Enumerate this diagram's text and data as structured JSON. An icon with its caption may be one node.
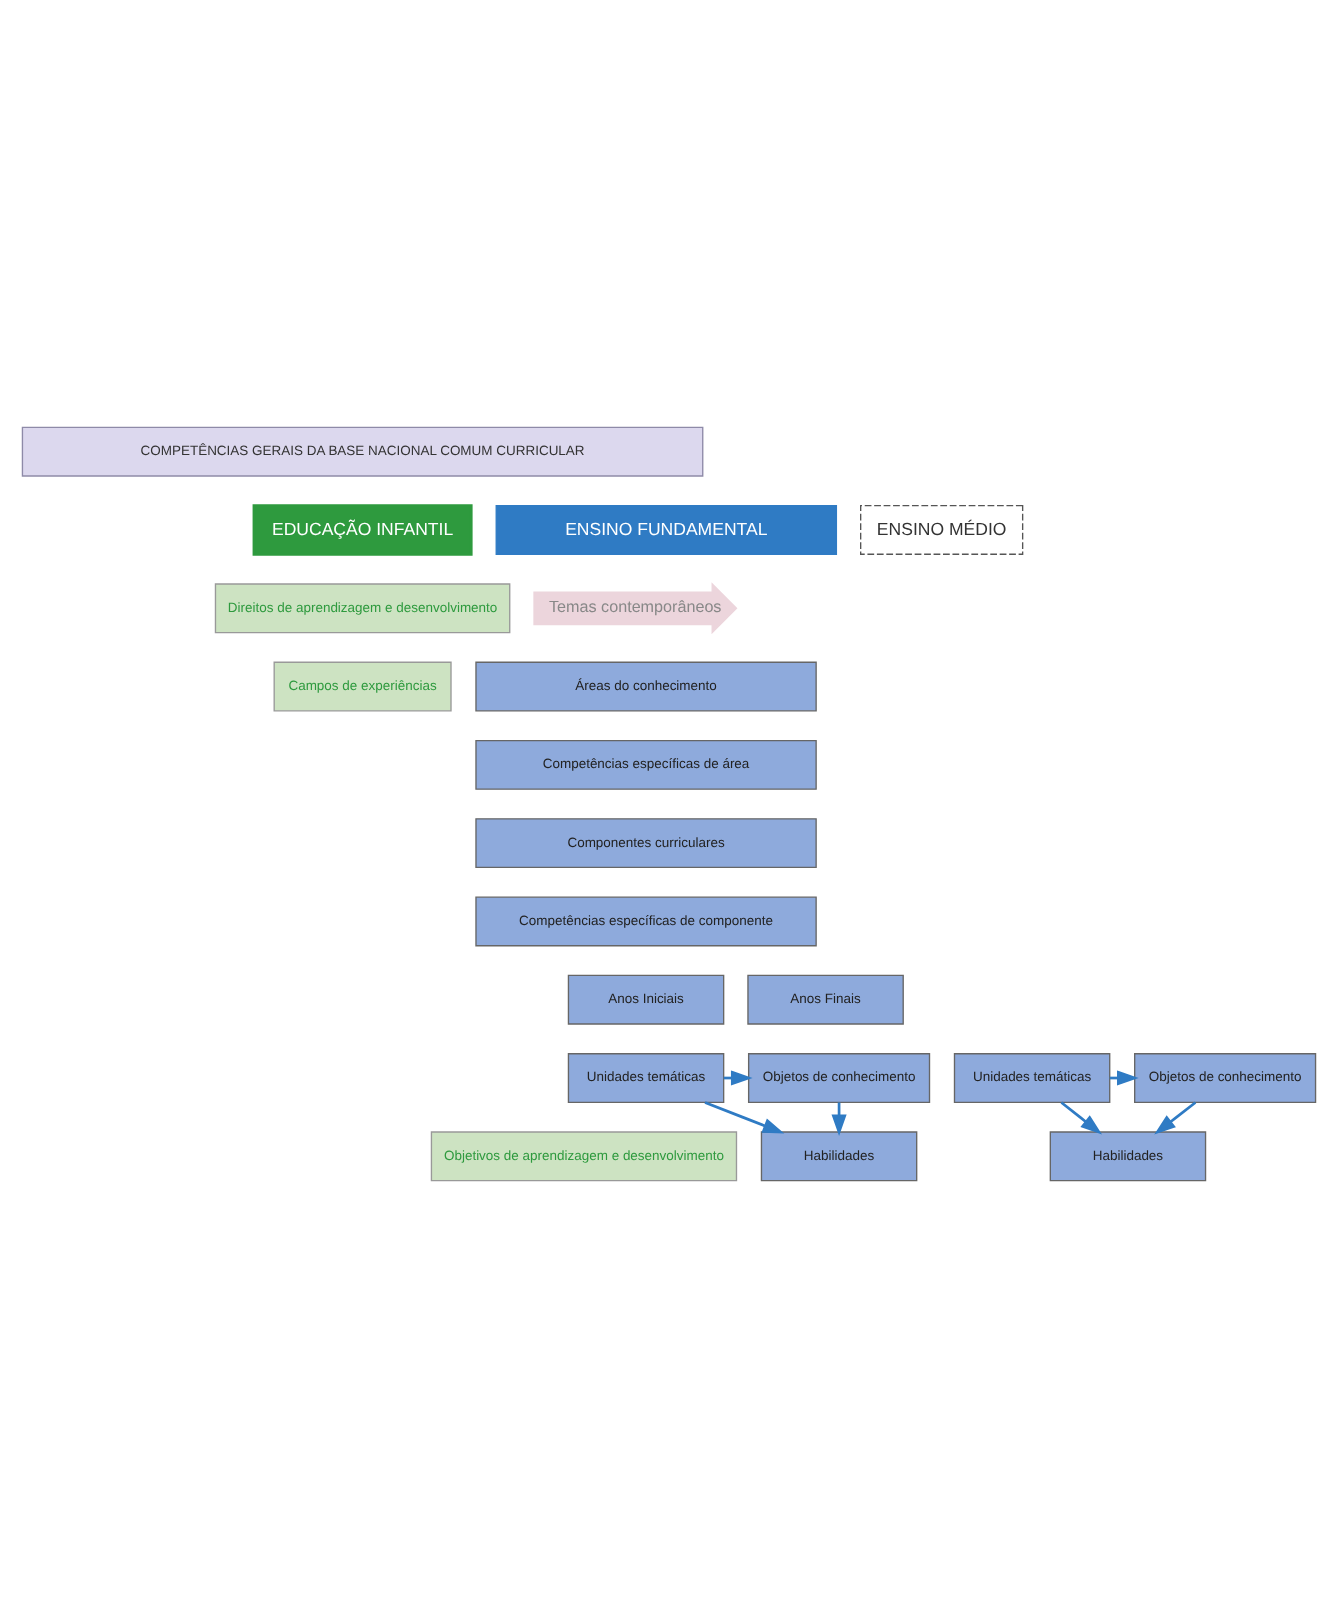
{
  "diagram": {
    "nodes": [
      {
        "text": [
          "COMPETÊNCIAS GERAIS DA BASE NACIONAL COMUM CURRICULAR"
        ]
      },
      {
        "text": [
          "EDUCAÇÃO INFANTIL"
        ]
      },
      {
        "text": [
          "ENSINO FUNDAMENTAL"
        ]
      },
      {
        "text": [
          "ENSINO MÉDIO"
        ]
      },
      {
        "text": [
          "Direitos de aprendizagem e desenvolvimento"
        ]
      },
      {
        "text": [
          "Campos de experiências"
        ]
      },
      {
        "text": [
          "Áreas do conhecimento"
        ]
      },
      {
        "text": [
          "Competências específicas de área"
        ]
      },
      {
        "text": [
          "Componentes curriculares"
        ]
      },
      {
        "text": [
          "Competências específicas de componente"
        ]
      },
      {
        "text": [
          "Anos Iniciais"
        ]
      },
      {
        "text": [
          "Anos Finais"
        ]
      },
      {
        "text": [
          "Unidades temáticas"
        ]
      },
      {
        "text": [
          "Objetos de conhecimento"
        ]
      },
      {
        "text": [
          "Unidades temáticas"
        ]
      },
      {
        "text": [
          "Objetos de conhecimento"
        ]
      },
      {
        "text": [
          "Objetivos de aprendizagem e desenvolvimento"
        ]
      },
      {
        "text": [
          "Habilidades"
        ]
      },
      {
        "text": [
          "Habilidades"
        ]
      },
      {
        "text": [
          "Temas contemporâneos"
        ]
      }
    ],
    "edges": [
      {
        "from": 12,
        "to": 13,
        "arrow": "to"
      },
      {
        "from": 14,
        "to": 15,
        "arrow": "to"
      },
      {
        "from": 12,
        "to": 17,
        "arrow": "to"
      },
      {
        "from": 13,
        "to": 17,
        "arrow": "to"
      },
      {
        "from": 14,
        "to": 18,
        "arrow": "to"
      },
      {
        "from": 15,
        "to": 18,
        "arrow": "to"
      }
    ]
  }
}
